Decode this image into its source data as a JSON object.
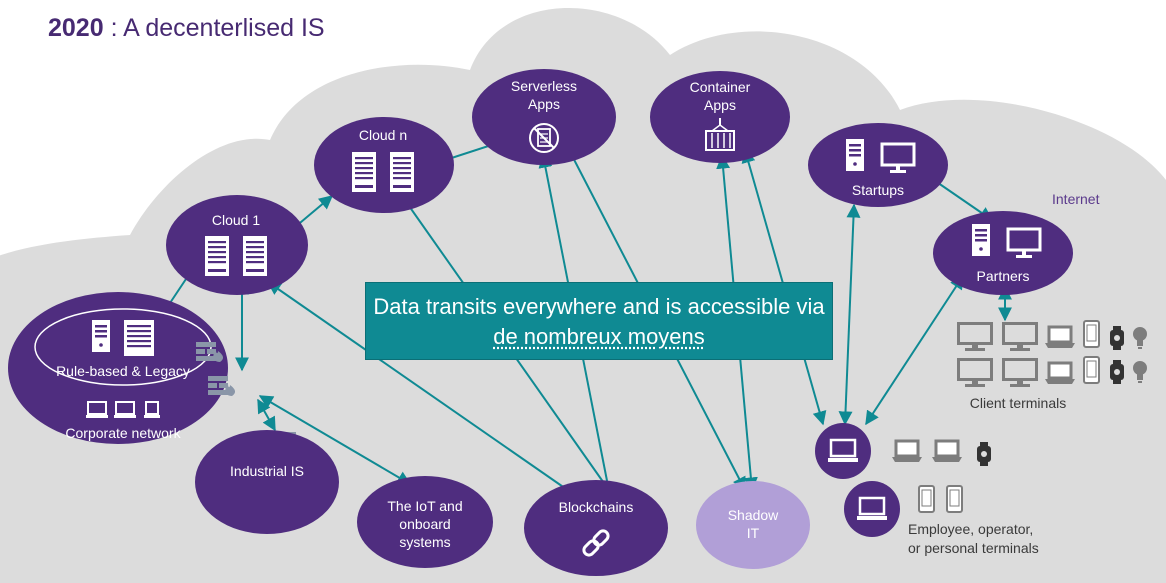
{
  "title": {
    "year": "2020",
    "rest": " : A decenterlised IS"
  },
  "callout": {
    "line1": "Data transits everywhere and is accessible via",
    "line2": "de nombreux moyens"
  },
  "internet_label": "Internet",
  "nodes": {
    "serverless": [
      "Serverless",
      "Apps"
    ],
    "container": [
      "Container",
      "Apps"
    ],
    "cloud_n": "Cloud n",
    "cloud_1": "Cloud 1",
    "startups": "Startups",
    "partners": "Partners",
    "rule_based": "Rule-based & Legacy",
    "corporate": "Corporate network",
    "industrial": "Industrial IS",
    "iot": [
      "The IoT and",
      "onboard",
      "systems"
    ],
    "blockchains": "Blockchains",
    "shadow": [
      "Shadow",
      "IT"
    ]
  },
  "client_terminals_label": "Client terminals",
  "employee_label": [
    "Employee, operator,",
    "or personal terminals"
  ],
  "colors": {
    "purple": "#4f2d7f",
    "light_purple": "#b19fd7",
    "teal": "#0f8a93",
    "cloud_gray": "#dcdcdc",
    "icon_gray": "#7d7d7d"
  },
  "icons": [
    "server-icon",
    "desktop-icon",
    "laptop-icon",
    "phone-icon",
    "smartwatch-icon",
    "lightbulb-icon",
    "firewall-icon",
    "container-icon",
    "serverless-icon",
    "chain-link-icon"
  ]
}
